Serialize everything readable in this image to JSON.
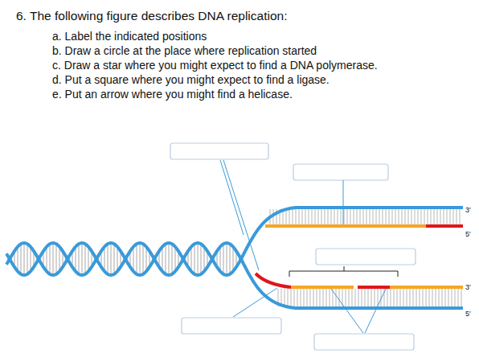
{
  "diagram": {
    "title": "6. The following figure describes DNA replication:",
    "labels": [
      "a. Label the indicated positions",
      "b. Draw a circle at the place where replication started",
      "c. Draw a star where you might expect to find a DNA polymerase.",
      "d. Put a square where you might expect to find a ligase.",
      "e. Put an arrow where you might find a helicase.",
      "3′",
      "5′",
      "3′",
      "5′"
    ]
  }
}
